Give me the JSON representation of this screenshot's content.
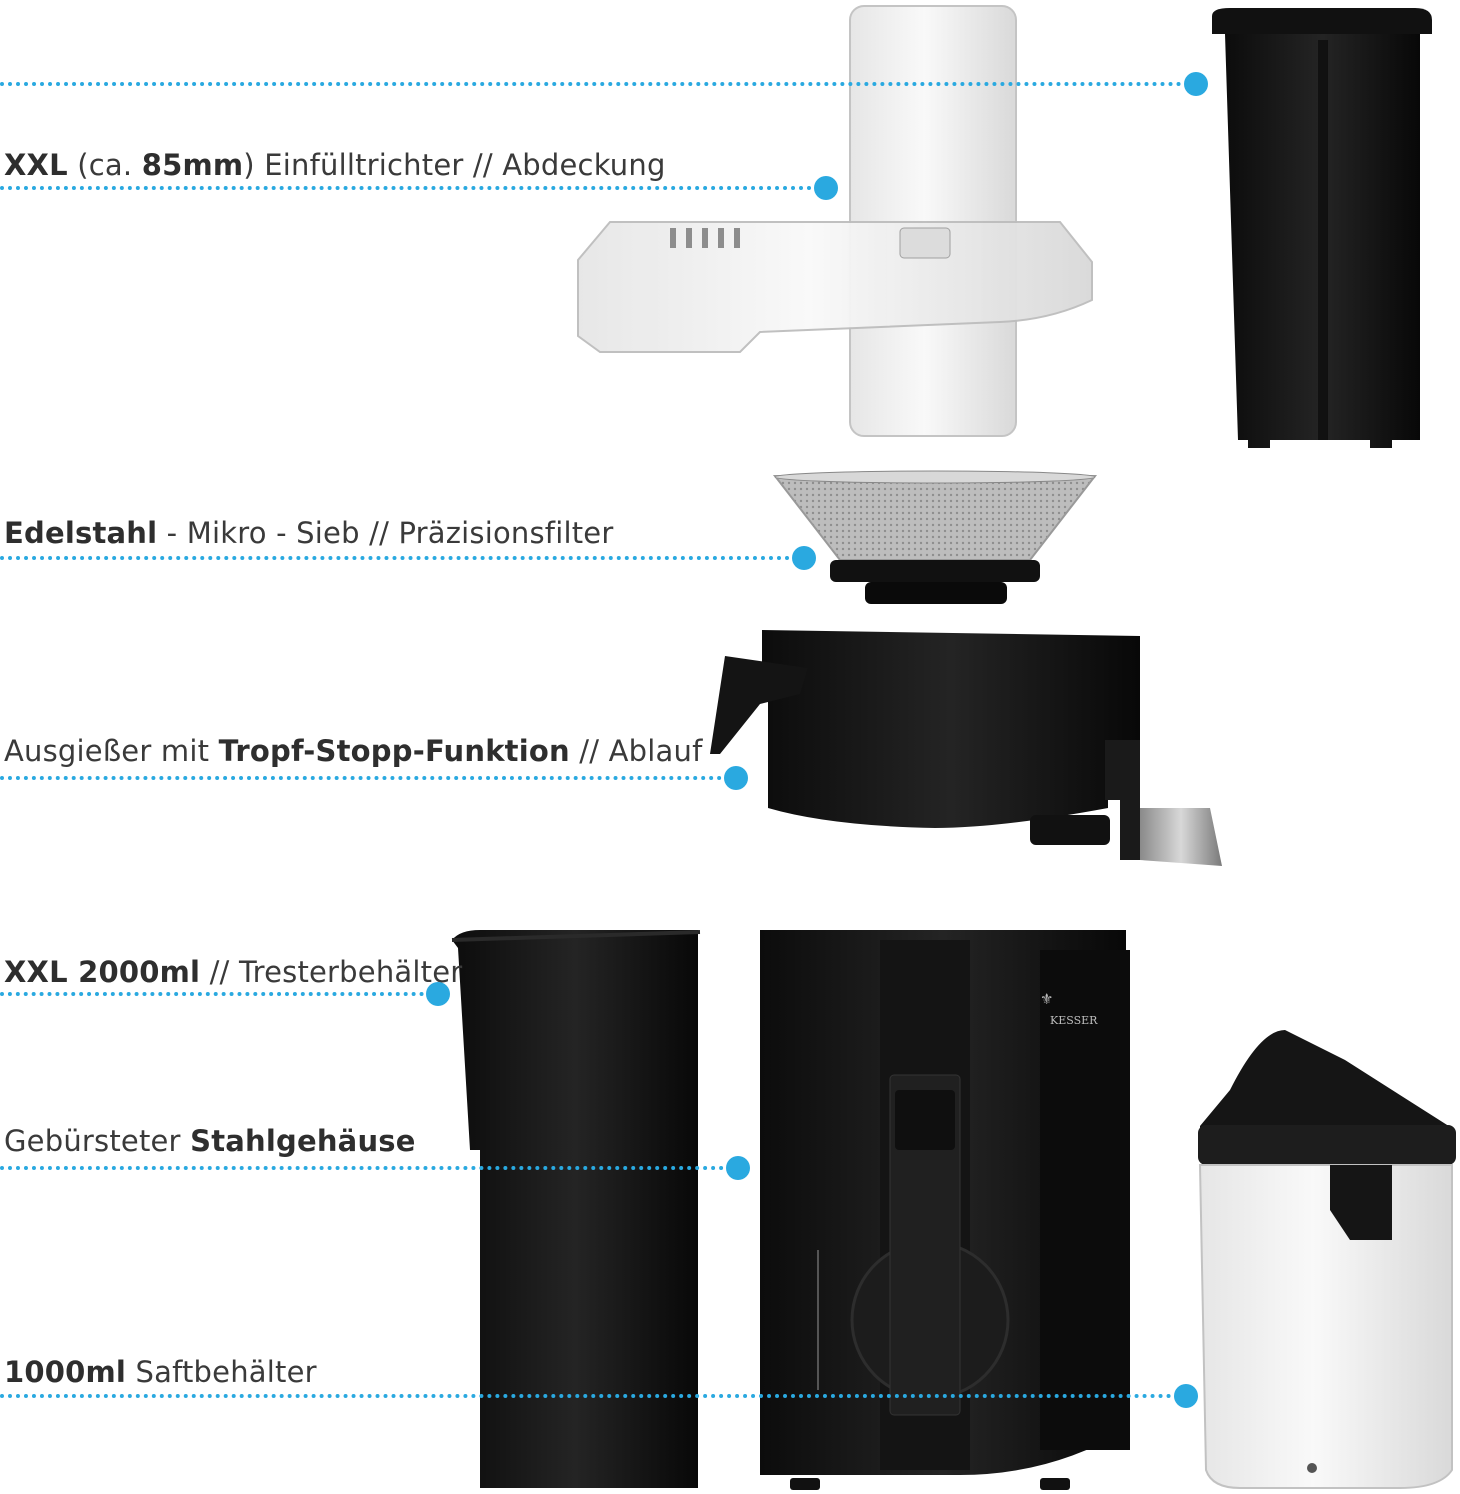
{
  "accent_color": "#2aa9e0",
  "brand_logo": "KESSER",
  "callouts": [
    {
      "id": "top",
      "parts": []
    },
    {
      "id": "hopper",
      "parts": [
        {
          "t": "XXL",
          "b": true
        },
        {
          "t": " (ca. ",
          "b": false
        },
        {
          "t": "85mm",
          "b": true
        },
        {
          "t": ") Einfülltrichter // Abdeckung",
          "b": false
        }
      ]
    },
    {
      "id": "sieve",
      "parts": [
        {
          "t": "Edelstahl",
          "b": true
        },
        {
          "t": " - Mikro - Sieb // Präzisionsfilter",
          "b": false
        }
      ]
    },
    {
      "id": "spout",
      "parts": [
        {
          "t": "Ausgießer mit ",
          "b": false
        },
        {
          "t": "Tropf-Stopp-Funktion",
          "b": true
        },
        {
          "t": " // Ablauf",
          "b": false
        }
      ]
    },
    {
      "id": "pulp",
      "parts": [
        {
          "t": "XXL 2000ml",
          "b": true
        },
        {
          "t": " // Tresterbehälter",
          "b": false
        }
      ]
    },
    {
      "id": "housing",
      "parts": [
        {
          "t": "Gebürsteter ",
          "b": false
        },
        {
          "t": "Stahlgehäuse",
          "b": true
        }
      ]
    },
    {
      "id": "juice",
      "parts": [
        {
          "t": "1000ml",
          "b": true
        },
        {
          "t": " Saftbehälter",
          "b": false
        }
      ]
    }
  ]
}
